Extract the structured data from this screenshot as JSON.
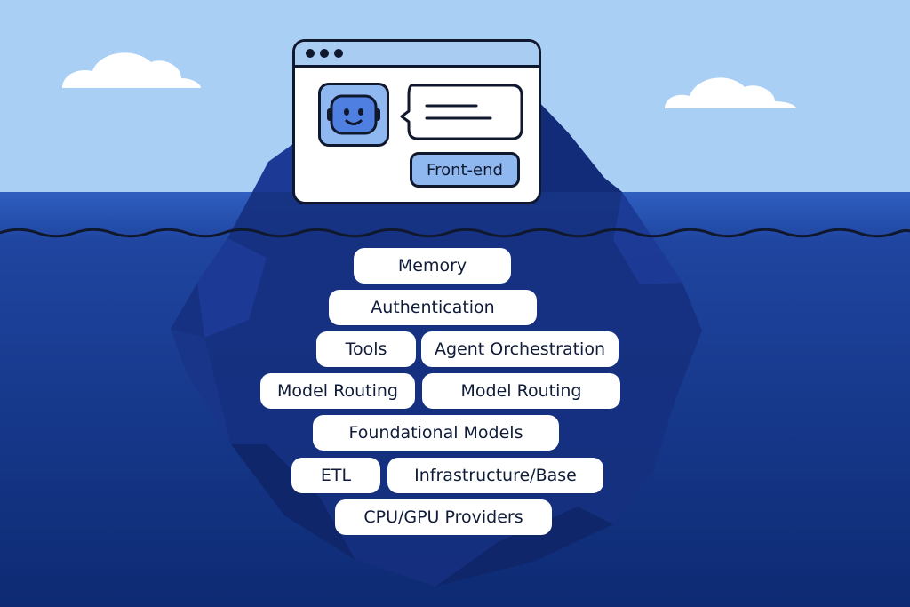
{
  "front_end": {
    "button_label": "Front-end"
  },
  "layers": [
    "Memory",
    "Authentication",
    "Tools",
    "Agent Orchestration",
    "Model Routing",
    "Model Routing",
    "Foundational Models",
    "ETL",
    "Infrastructure/Base",
    "CPU/GPU Providers"
  ],
  "colors": {
    "sky": "#aacff5",
    "sea_surface": "#2f58b5",
    "sea_deep": "#0f2d78",
    "iceberg": "#17328a",
    "outline": "#10182e",
    "accent": "#8fb7f0"
  }
}
